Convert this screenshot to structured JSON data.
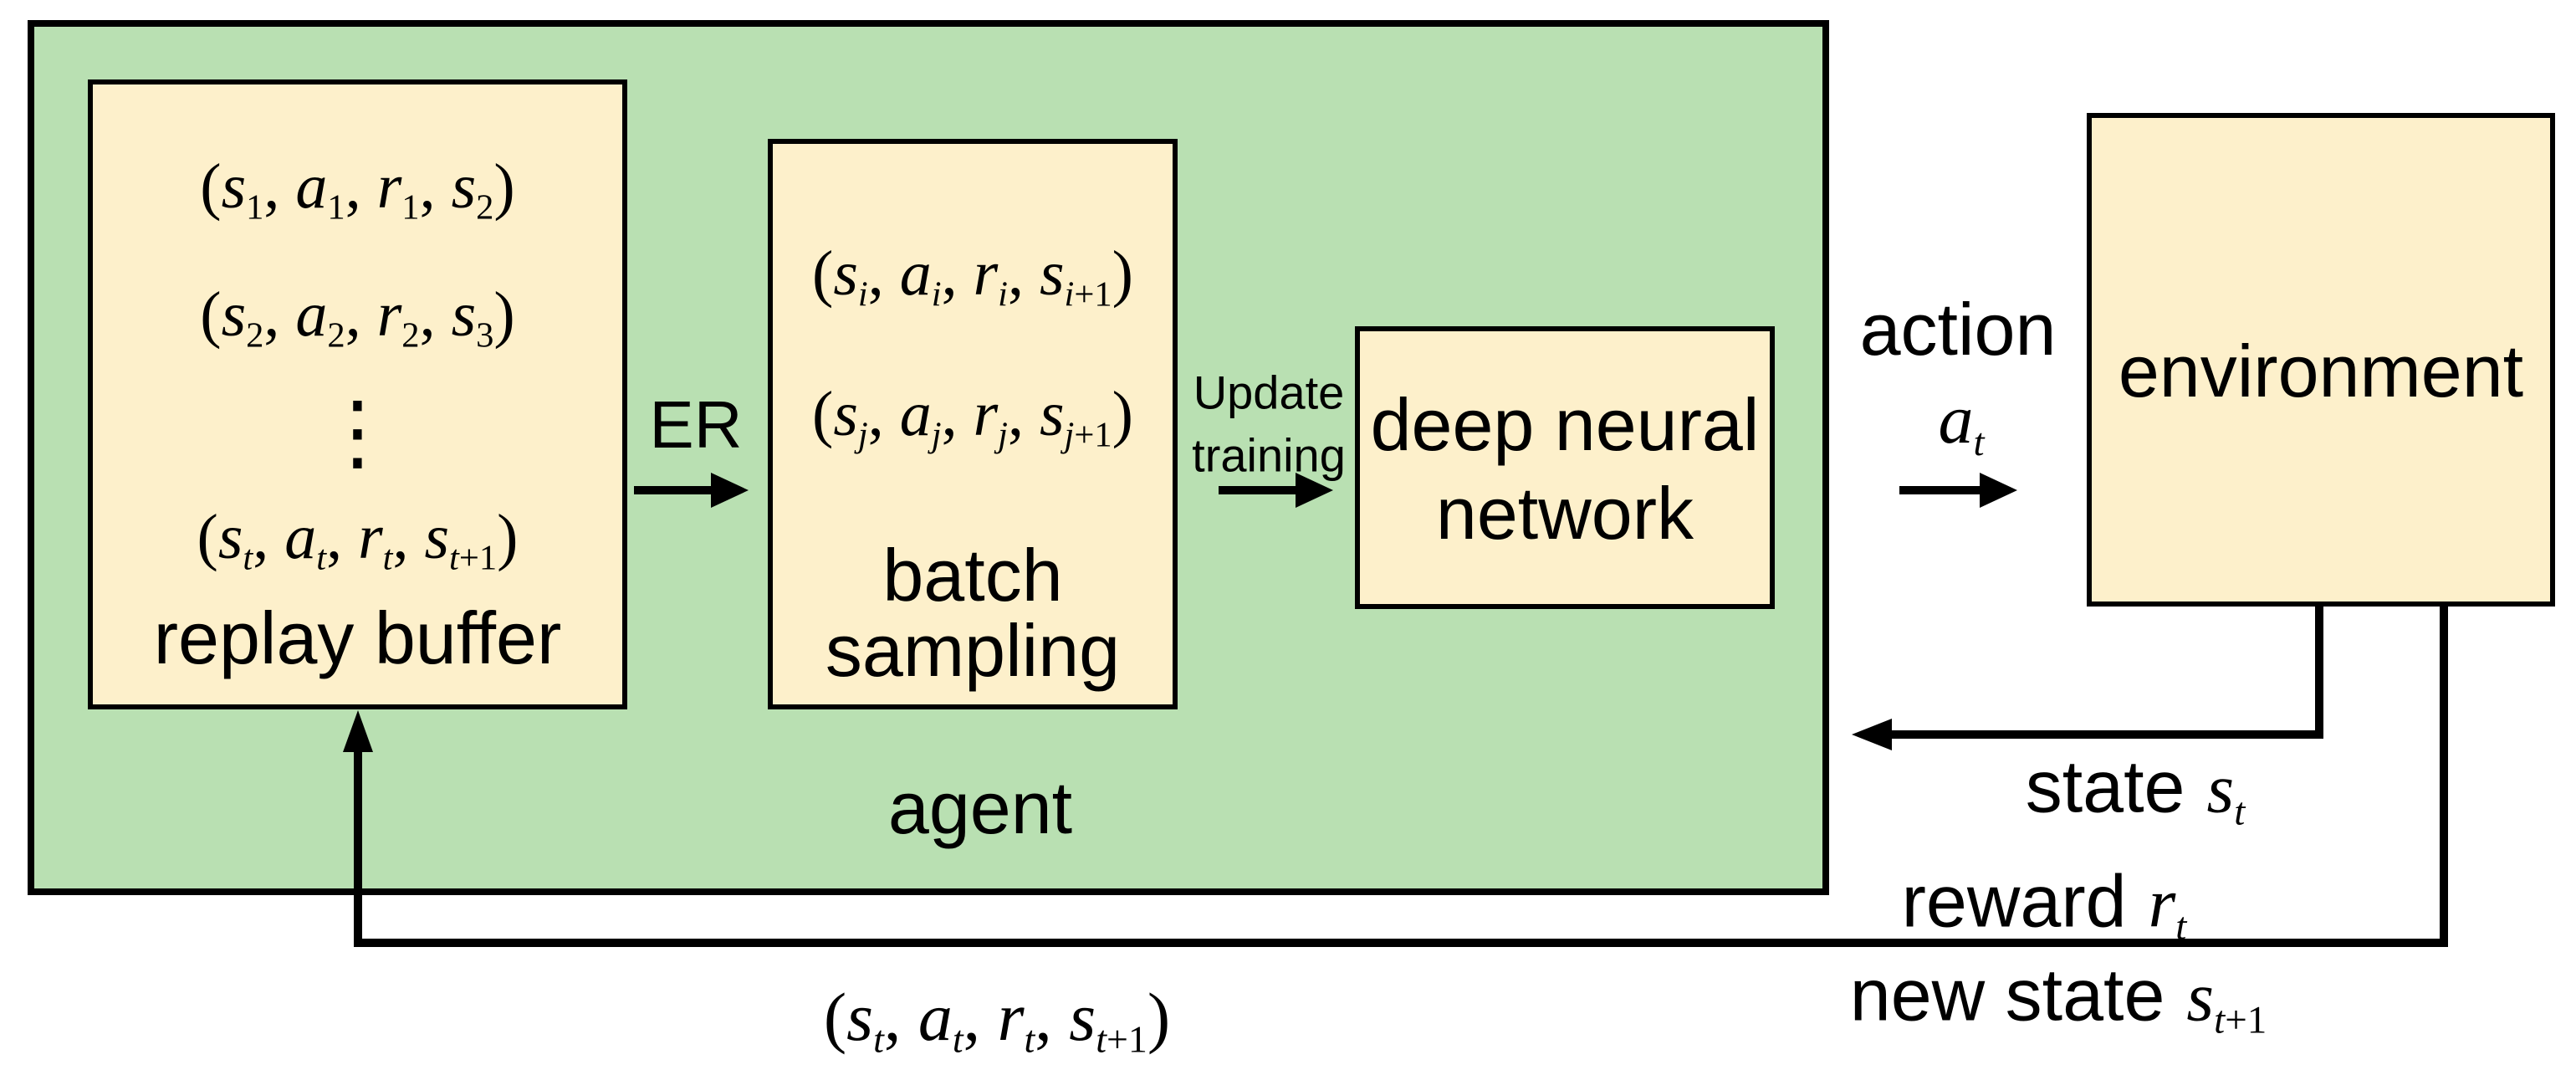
{
  "agent": {
    "label": "agent"
  },
  "replay_buffer": {
    "entries": [
      "(s_{1}, a_{1}, r_{1}, s_{2})",
      "(s_{2}, a_{2}, r_{2}, s_{3})",
      "⋮",
      "(s_{t}, a_{t}, r_{t}, s_{t+1})"
    ],
    "label": "replay buffer"
  },
  "batch_sampling": {
    "entries": [
      "(s_{i}, a_{i}, r_{i}, s_{i+1})",
      "(s_{j}, a_{j}, r_{j}, s_{j+1})"
    ],
    "label_line1": "batch",
    "label_line2": "sampling"
  },
  "deep_neural_network": {
    "label_line1": "deep neural",
    "label_line2": "network"
  },
  "environment": {
    "label": "environment"
  },
  "flows": {
    "er": {
      "label": "ER"
    },
    "update": {
      "label_line1": "Update",
      "label_line2": "training"
    },
    "action": {
      "label": "action",
      "symbol": "a_{t}"
    },
    "state": {
      "label": "state",
      "symbol": "s_{t}"
    },
    "reward": {
      "label": "reward",
      "symbol": "r_{t}"
    },
    "new_state": {
      "label": "new state",
      "symbol": "s_{t+1}"
    },
    "stored_transition": {
      "symbol": "(s_{t}, a_{t}, r_{t}, s_{t+1})"
    }
  },
  "colors": {
    "agent_fill": "#b9e0b2",
    "box_fill": "#fdf0cb",
    "line": "#000000",
    "background": "#ffffff"
  }
}
